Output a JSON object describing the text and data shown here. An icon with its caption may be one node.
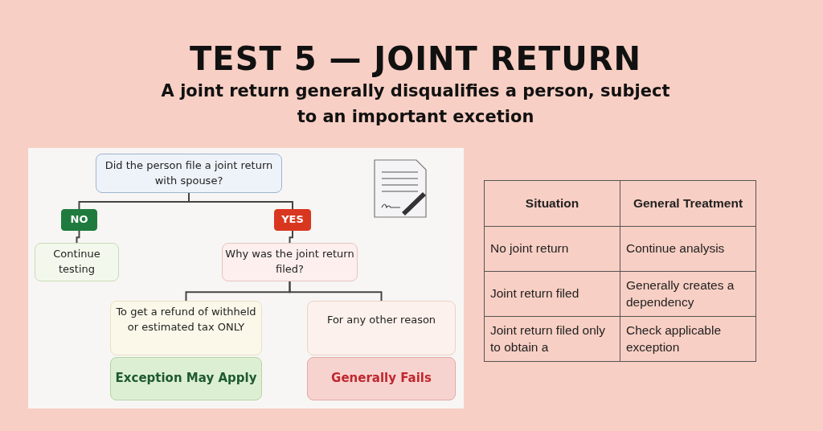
{
  "diagram": {
    "title": "TEST 5 — JOINT RETURN",
    "nodes": [
      {
        "text": [
          "Did the person file a joint return with spouse?"
        ]
      },
      {
        "text": [
          "NO"
        ]
      },
      {
        "text": [
          "YES"
        ]
      },
      {
        "text": [
          "Continue testing"
        ]
      },
      {
        "text": [
          "Why was the joint return filed?"
        ]
      },
      {
        "text": [
          "To get a refund of withheld or estimated tax ONLY"
        ]
      },
      {
        "text": [
          "For any other reason"
        ]
      },
      {
        "text": [
          "Exception May Apply"
        ]
      },
      {
        "text": [
          "Generally Fails"
        ]
      }
    ],
    "edges": [
      {
        "from": 0,
        "to": 1,
        "arrow": "none"
      },
      {
        "from": 0,
        "to": 2,
        "arrow": "none"
      },
      {
        "from": 1,
        "to": 3,
        "arrow": "none"
      },
      {
        "from": 2,
        "to": 4,
        "arrow": "none"
      },
      {
        "from": 4,
        "to": 5,
        "arrow": "none"
      },
      {
        "from": 4,
        "to": 6,
        "arrow": "none"
      }
    ],
    "labels": [
      "A joint return generally disqualifies a person, subject to an important excetion",
      "Situation",
      "General Treatment",
      "No joint return",
      "Continue analysis",
      "Joint return filed",
      "Generally creates a dependency",
      "Joint return filed only to obtain a",
      "Check applicable exception"
    ]
  }
}
